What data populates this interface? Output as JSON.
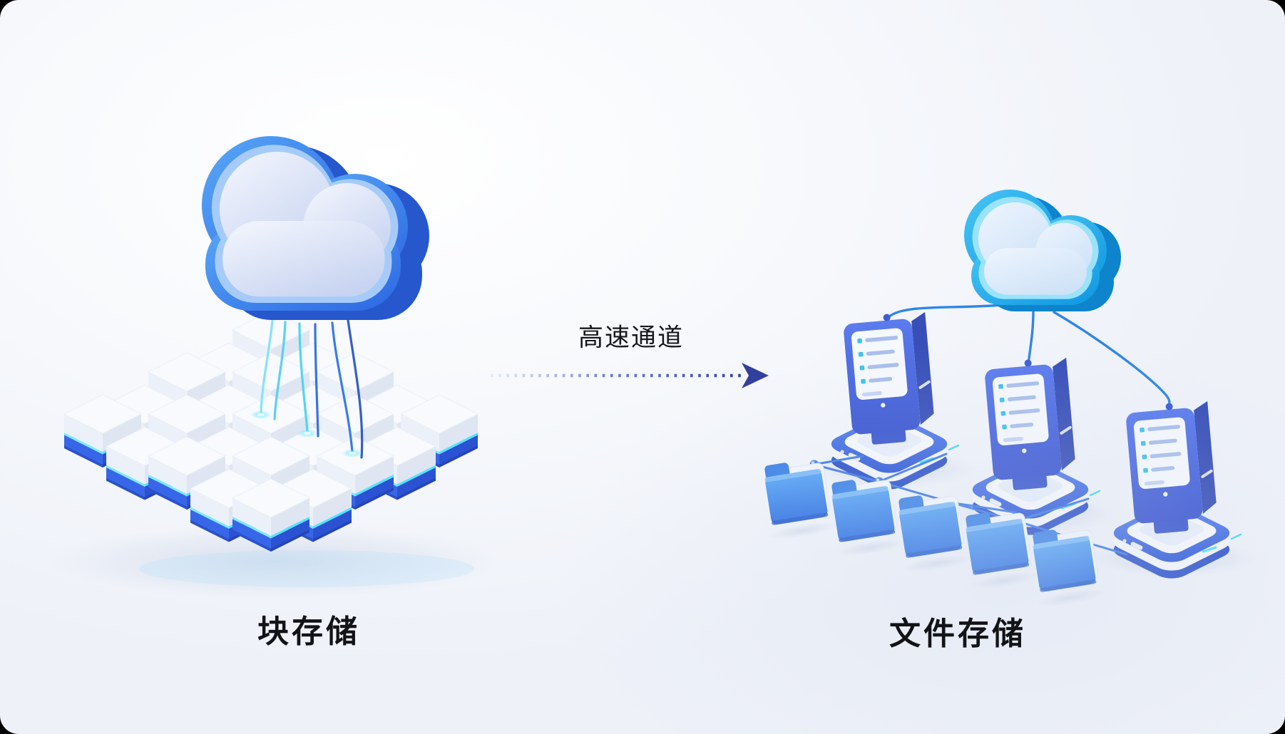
{
  "page": {
    "frame_radius": 26,
    "background": "#f3f5fa"
  },
  "diagram": {
    "left_section": {
      "label": "块存储",
      "icons": [
        "cloud-icon",
        "storage-block-grid"
      ],
      "block_grid": {
        "rows": 5,
        "cols": 5
      },
      "connection_strings": 6,
      "glow_points": 3
    },
    "channel": {
      "label": "高速通道",
      "style": "dotted-arrow",
      "direction": "left-to-right"
    },
    "right_section": {
      "label": "文件存储",
      "icons": [
        "cloud-icon",
        "server-icon",
        "folder-icon"
      ],
      "servers": 3,
      "server_screen_rows": 4,
      "folders": 5,
      "junction_balls": 5
    },
    "colors": {
      "cloud_blue": "#3b7cf0",
      "cloud_deep_blue": "#2757cc",
      "cloud_cyan": "#1fa8ec",
      "cloud_face": "#dfe7f8",
      "block_top": "#f8fafd",
      "block_band_left": "#3767e8",
      "block_band_right": "#2b52d2",
      "glow_cyan": "#55e2ff",
      "cable_blue": "#2f86e8",
      "bus_blue": "#3e7ce6",
      "arrow_indigo": "#323f9c",
      "label_color": "#121316",
      "shadow": "#b9c6de"
    }
  }
}
